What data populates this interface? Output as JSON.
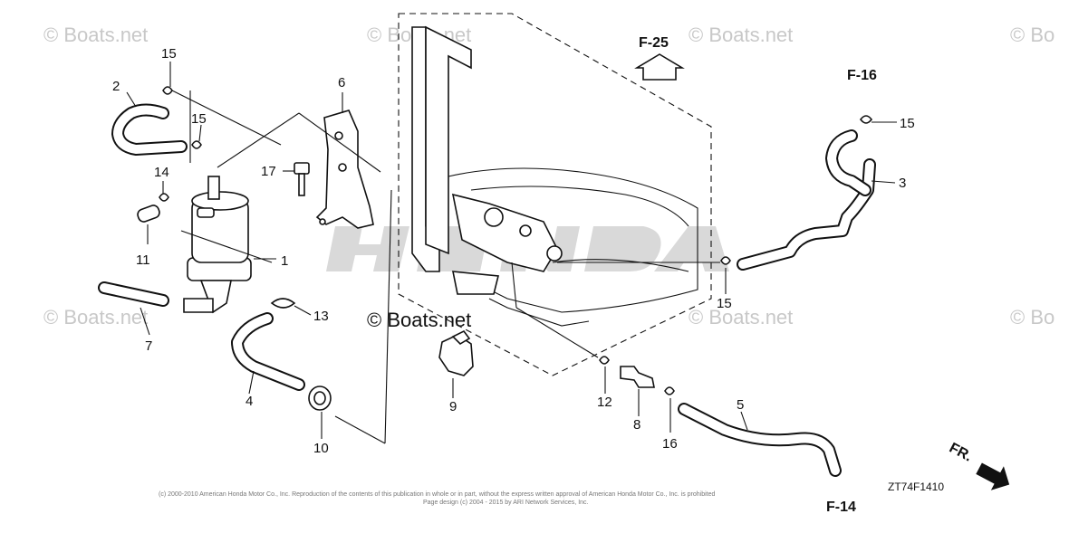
{
  "diagram": {
    "callouts": [
      "1",
      "2",
      "3",
      "4",
      "5",
      "6",
      "7",
      "8",
      "9",
      "10",
      "11",
      "12",
      "13",
      "14",
      "15",
      "15",
      "15",
      "15",
      "16",
      "17"
    ],
    "refs": {
      "f25": "F-25",
      "f16": "F-16",
      "f14": "F-14",
      "fr": "FR."
    },
    "code": "ZT74F1410",
    "watermarks": {
      "main": "© Boats.net",
      "faint": "© Boats.net",
      "faint_cut": "© Bo"
    },
    "copyright": {
      "line1": "(c) 2000-2010 American Honda Motor Co., Inc. Reproduction of the contents of this publication in whole or in part, without the express written approval of American Honda Motor Co., Inc. is prohibited",
      "line2": "Page design (c) 2004 - 2015 by ARI Network Services, Inc."
    }
  }
}
